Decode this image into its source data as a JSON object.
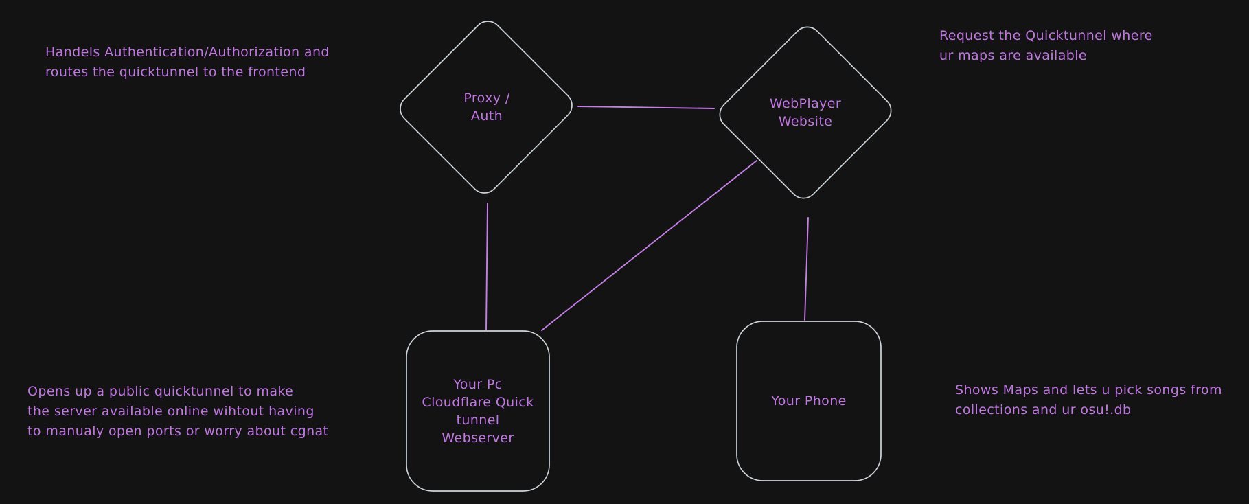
{
  "colors": {
    "background": "#131313",
    "shape_stroke": "#ced4da",
    "connector": "#c57fe8",
    "text": "#bf78e2"
  },
  "nodes": {
    "proxy_auth": {
      "label": "Proxy /\nAuth"
    },
    "webplayer": {
      "label": "WebPlayer\nWebsite"
    },
    "pc_webserver": {
      "label": "Your Pc\nCloudflare Quick\ntunnel\nWebserver"
    },
    "phone": {
      "label": "Your Phone"
    }
  },
  "annotations": {
    "proxy_note": "Handels Authentication/Authorization and\nroutes the quicktunnel to the frontend",
    "webplayer_note": "Request the Quicktunnel where\nur maps are available",
    "tunnel_note": "Opens up a public quicktunnel to make\nthe server available online wihtout having\nto manualy open ports or worry about cgnat",
    "phone_note": "Shows Maps and lets u pick songs from\ncollections and ur osu!.db"
  }
}
